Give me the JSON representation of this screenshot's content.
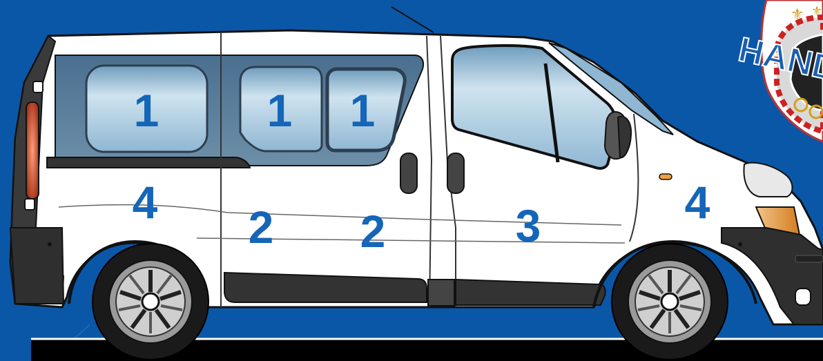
{
  "diagram": {
    "zones": {
      "rear_window": "1",
      "side_window_a": "1",
      "side_window_b": "1",
      "rear_quarter": "4",
      "sliding_door_rear": "2",
      "sliding_door_front": "2",
      "front_door": "3",
      "front_wing": "4"
    }
  },
  "badge": {
    "text": "HAND"
  },
  "colors": {
    "background": "#0a57a8",
    "body": "#ffffff",
    "glass": "#9fc4dc",
    "label": "#1565b8",
    "trim": "#333333"
  }
}
